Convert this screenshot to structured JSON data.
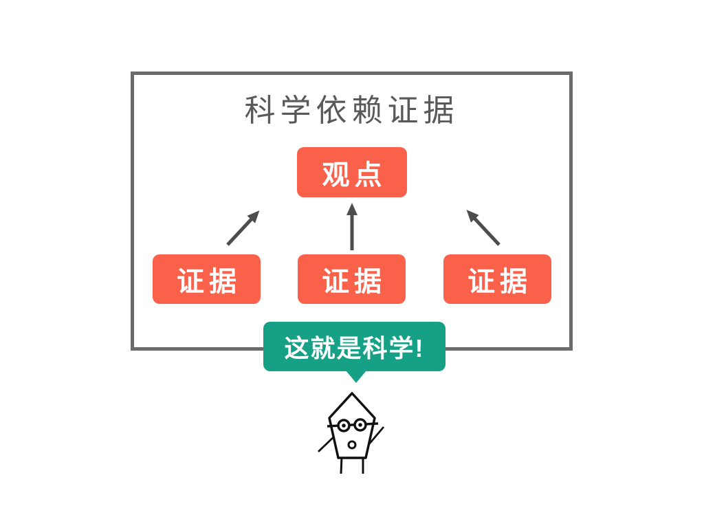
{
  "colors": {
    "box_orange": "#f9614a",
    "bubble_green": "#16a085",
    "frame_gray": "#6b6b6b",
    "arrow_gray": "#4d4d4d",
    "title_text": "#595959",
    "box_text": "#ffffff",
    "character_line": "#111111",
    "background": "#ffffff"
  },
  "diagram": {
    "title": "科学依赖证据",
    "viewpoint_label": "观点",
    "evidence_labels": [
      "证据",
      "证据",
      "证据"
    ]
  },
  "speech_bubble": {
    "text": "这就是科学!"
  }
}
